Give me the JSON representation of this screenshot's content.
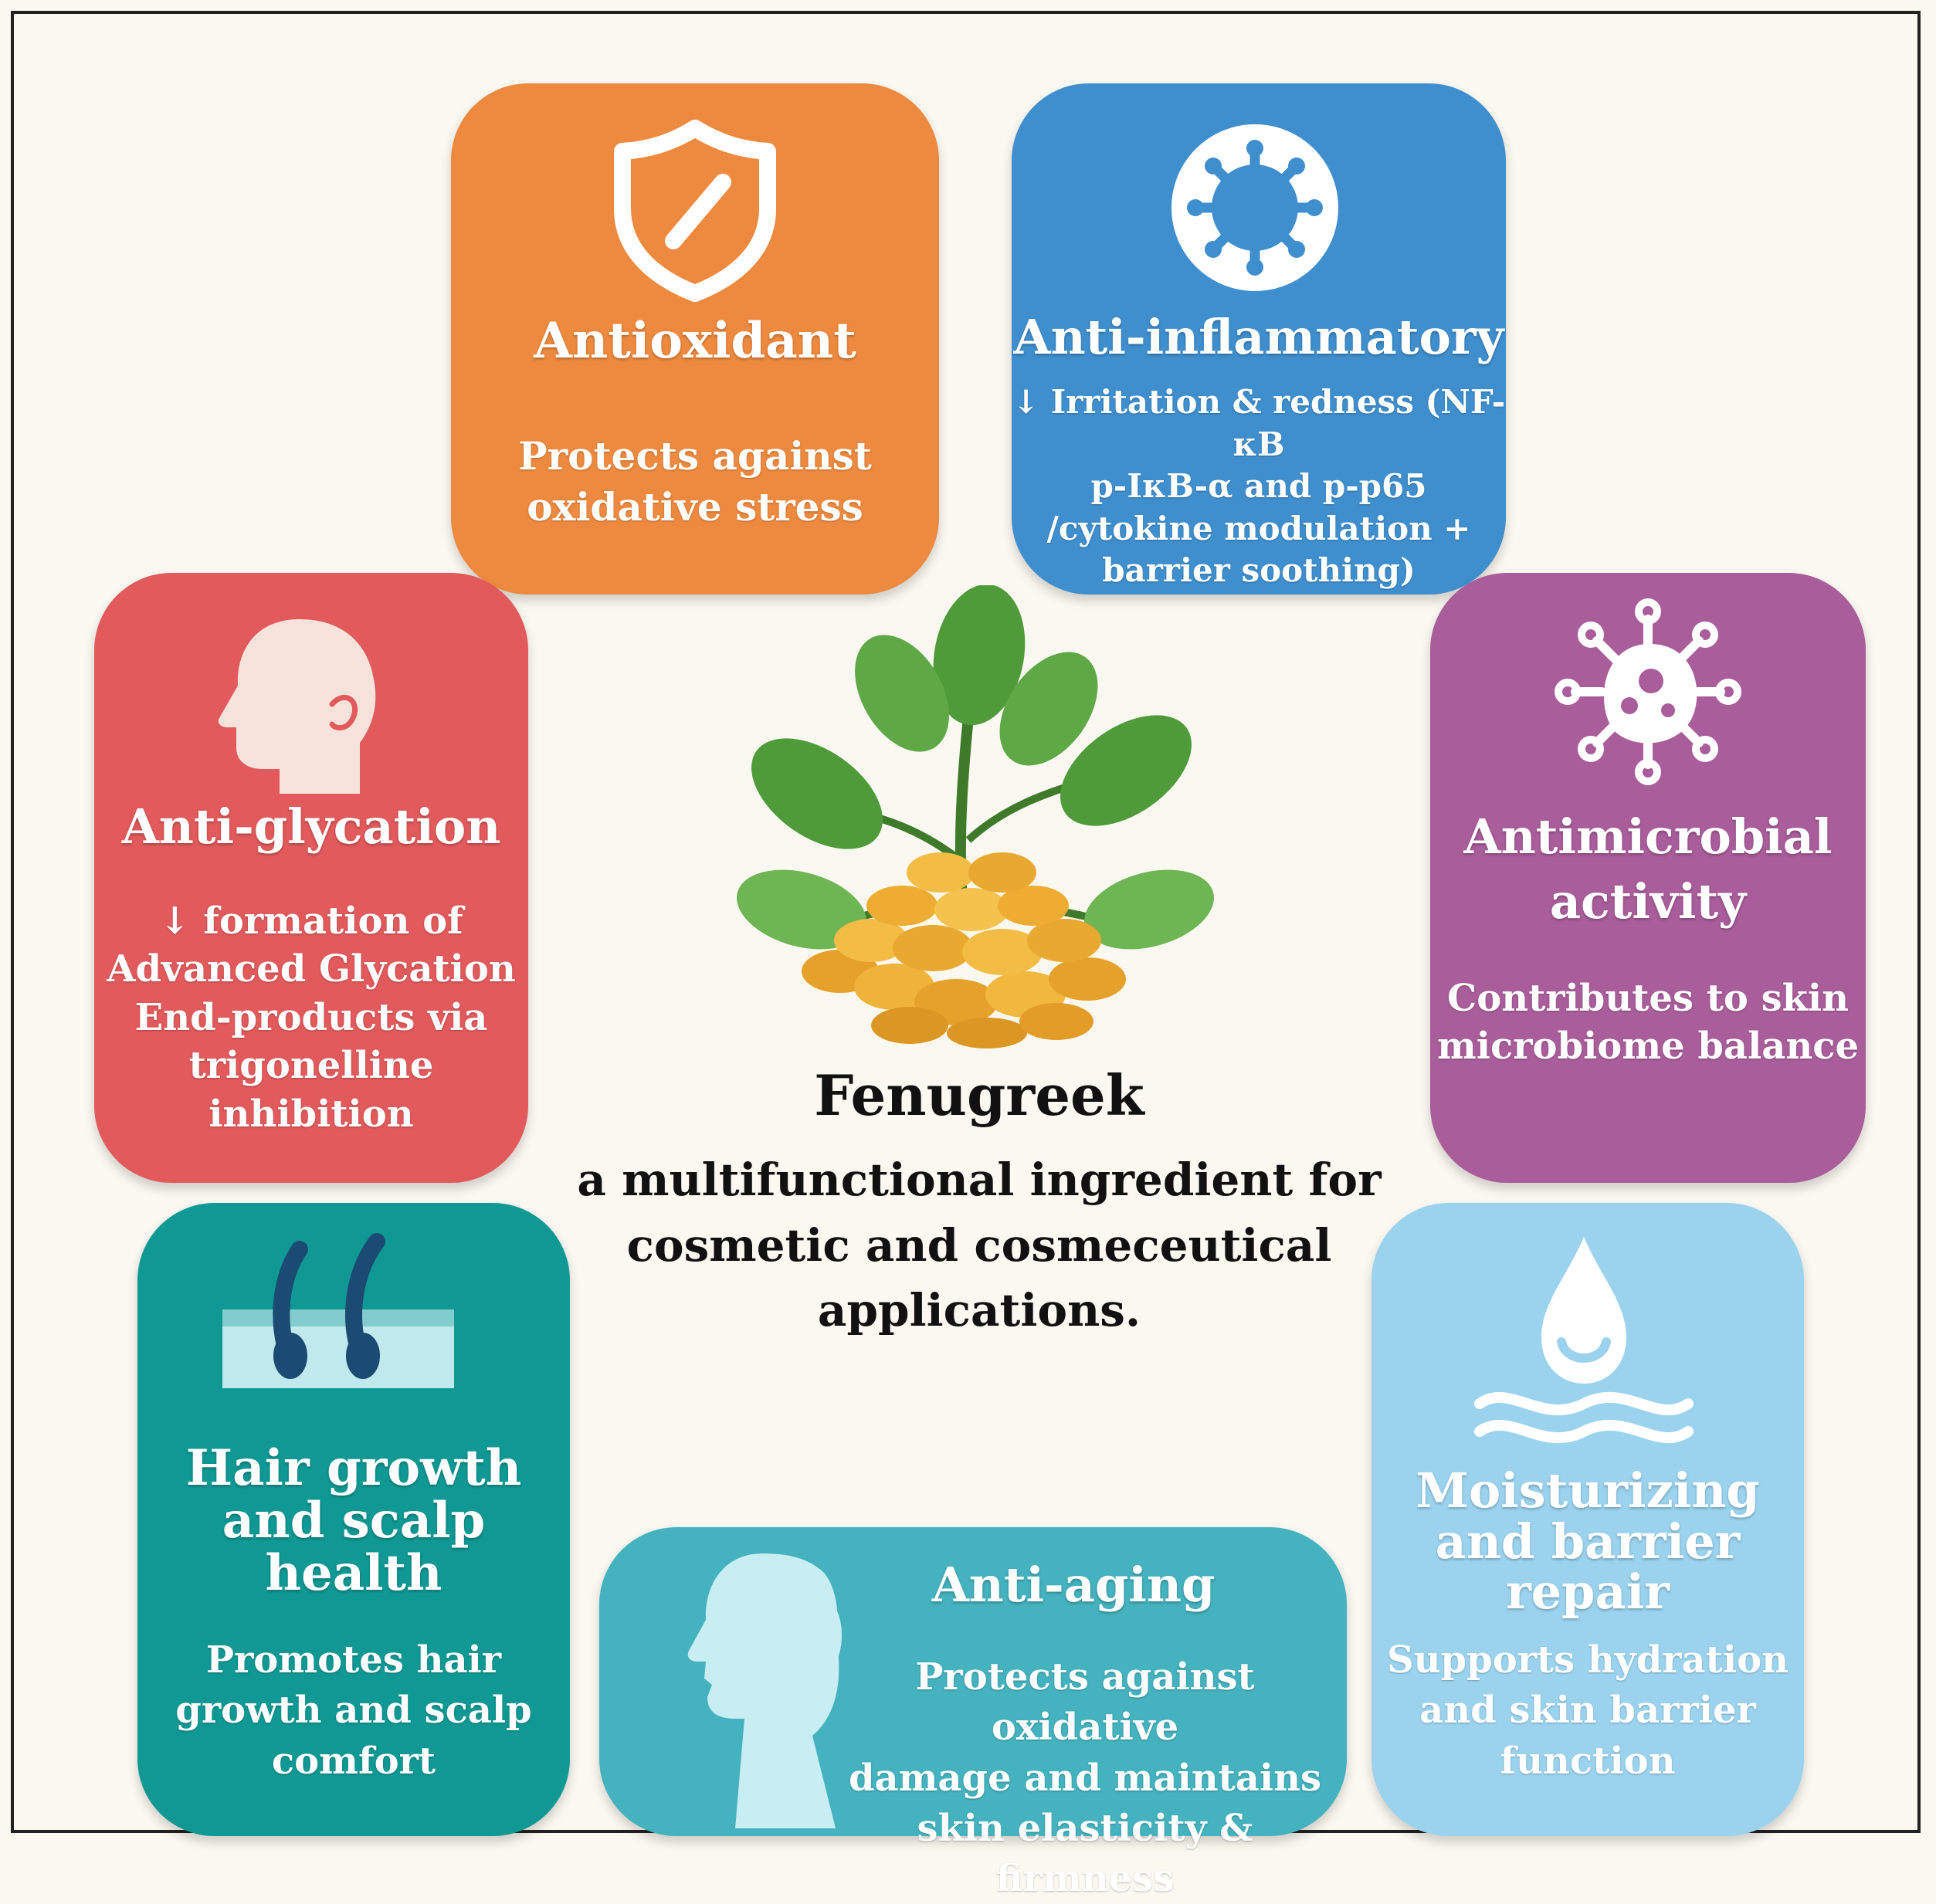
{
  "center": {
    "title": "Fenugreek",
    "subtitle": "a multifunctional ingredient for\ncosmetic and cosmeceutical\napplications."
  },
  "cards": {
    "antioxidant": {
      "title": "Antioxidant",
      "desc": "Protects against\noxidative stress",
      "color": "#ee8a3f",
      "icon": "shield-icon"
    },
    "anti_inflammatory": {
      "title": "Anti-inflammatory",
      "desc": "↓ Irritation & redness (NF-κB\np-IκB-α and p-p65\n/cytokine modulation +\nbarrier soothing)",
      "color": "#3f8fce",
      "icon": "inflammation-cell-icon"
    },
    "anti_glycation": {
      "title": "Anti-glycation",
      "desc": "↓ formation of\nAdvanced Glycation\nEnd-products via\ntrigonelline\ninhibition",
      "color": "#e25a5b",
      "icon": "head-profile-icon"
    },
    "antimicrobial": {
      "title": "Antimicrobial\nactivity",
      "desc": "Contributes to skin\nmicrobiome balance",
      "color": "#a95d9b",
      "icon": "microbe-icon"
    },
    "hair": {
      "title": "Hair growth\nand scalp\nhealth",
      "desc": "Promotes hair\ngrowth and scalp\ncomfort",
      "color": "#0f9894",
      "icon": "hair-follicle-icon"
    },
    "anti_aging": {
      "title": "Anti-aging",
      "desc": "Protects against oxidative\ndamage and maintains\nskin elasticity  & firmness",
      "color": "#44b2bf",
      "icon": "woman-profile-icon"
    },
    "moisturizing": {
      "title": "Moisturizing\nand barrier\nrepair",
      "desc": "Supports hydration\nand skin barrier\nfunction",
      "color": "#9bd3ef",
      "icon": "water-drop-icon"
    }
  }
}
